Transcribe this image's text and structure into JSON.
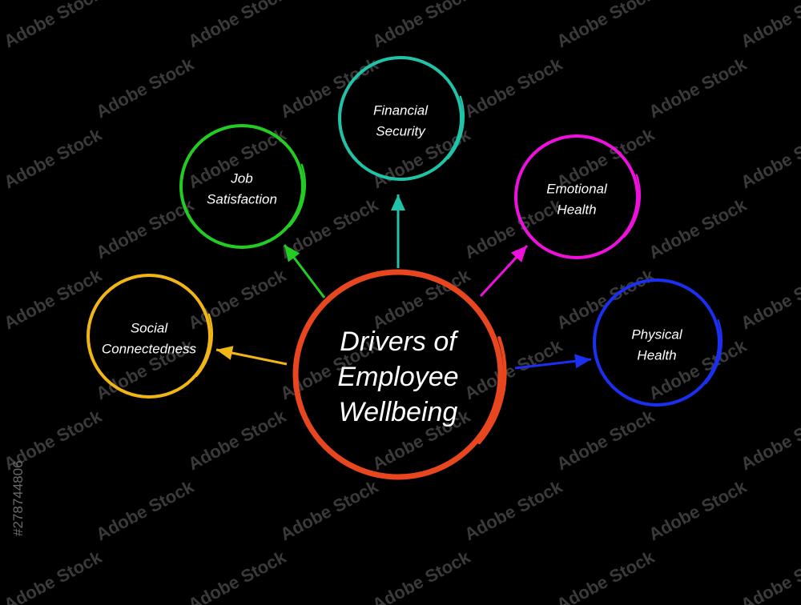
{
  "diagram": {
    "center": {
      "lines": [
        "Drivers of",
        "Employee",
        "Wellbeing"
      ],
      "color": "#e8461e"
    },
    "nodes": [
      {
        "id": "financial-security",
        "lines": [
          "Financial",
          "Security"
        ],
        "color": "#1fc4a8"
      },
      {
        "id": "job-satisfaction",
        "lines": [
          "Job",
          "Satisfaction"
        ],
        "color": "#22cc22"
      },
      {
        "id": "emotional-health",
        "lines": [
          "Emotional",
          "Health"
        ],
        "color": "#ee11dd"
      },
      {
        "id": "social-connectedness",
        "lines": [
          "Social",
          "Connectedness"
        ],
        "color": "#f2b516"
      },
      {
        "id": "physical-health",
        "lines": [
          "Physical",
          "Health"
        ],
        "color": "#1a2ff0"
      }
    ]
  },
  "watermark": {
    "text": "Adobe Stock",
    "image_id": "#278744806"
  },
  "background_color": "#000000"
}
